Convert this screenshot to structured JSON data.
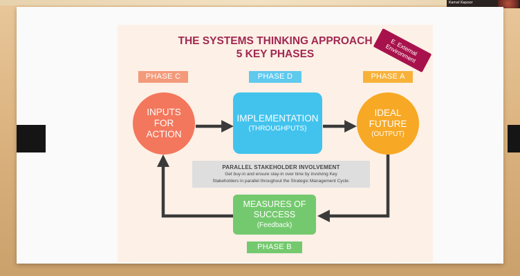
{
  "presenter": {
    "name": "Kamal Kapoor"
  },
  "slide": {
    "title_line1": "THE SYSTEMS THINKING APPROACH",
    "title_line2": "5 KEY PHASES",
    "external_tag": "E. External\nEnvironment",
    "phases": {
      "c": "PHASE C",
      "d": "PHASE D",
      "a": "PHASE A",
      "b": "PHASE B"
    },
    "inputs": {
      "line1": "INPUTS",
      "line2": "FOR",
      "line3": "ACTION"
    },
    "implementation": {
      "main": "IMPLEMENTATION",
      "sub": "(THROUGHPUTS)"
    },
    "ideal": {
      "line1": "IDEAL",
      "line2": "FUTURE",
      "sub": "(OUTPUT)"
    },
    "measures": {
      "line1": "MEASURES OF",
      "line2": "SUCCESS",
      "sub": "(Feedback)"
    },
    "stakeholder": {
      "title": "PARALLEL STAKEHOLDER INVOLVEMENT",
      "line1": "Get buy-in and ensure stay-in over time by involving Key",
      "line2": "Stakeholders in parallel throughout the Strategic Management Cycle."
    }
  },
  "colors": {
    "title": "#a12852",
    "external_tag": "#a8124c",
    "phase_c": "#f39a7b",
    "phase_d": "#5fc9ee",
    "phase_a": "#f8b23a",
    "phase_b": "#74c96e",
    "inputs_circle": "#f3775c",
    "implementation_box": "#42c3ed",
    "ideal_circle": "#f7a824",
    "measures_box": "#74c96e",
    "arrows": "#3a3a3a"
  }
}
